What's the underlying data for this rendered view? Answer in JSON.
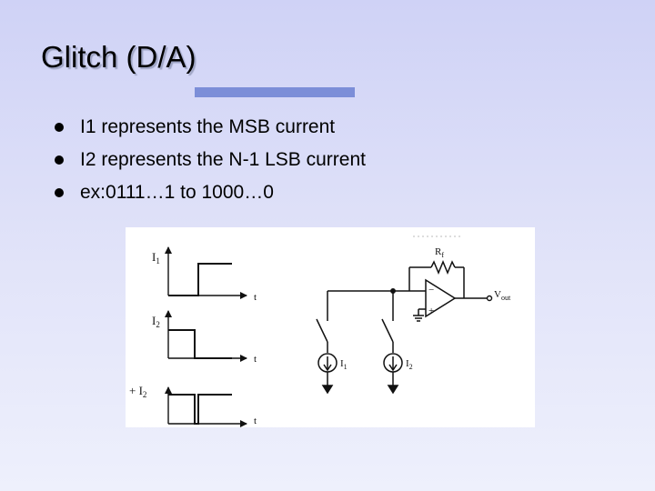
{
  "slide": {
    "title": "Glitch (D/A)",
    "bullets": [
      "I1 represents the MSB current",
      "I2 represents the N-1 LSB current",
      "ex:0111…1 to 1000…0"
    ]
  },
  "figure": {
    "labels": {
      "i1_main": "I",
      "i1_sub": "1",
      "i2_main": "I",
      "i2_sub": "2",
      "sum_text": "+ I",
      "sum_sub": "2",
      "t_axis": "t",
      "rf_main": "R",
      "rf_sub": "f",
      "vout_main": "V",
      "vout_sub": "out",
      "src1_main": "I",
      "src1_sub": "1",
      "src2_main": "I",
      "src2_sub": "2",
      "minus": "−",
      "plus": "+"
    }
  },
  "colors": {
    "title_bar": "#7c8ed8",
    "ink": "#111111"
  }
}
